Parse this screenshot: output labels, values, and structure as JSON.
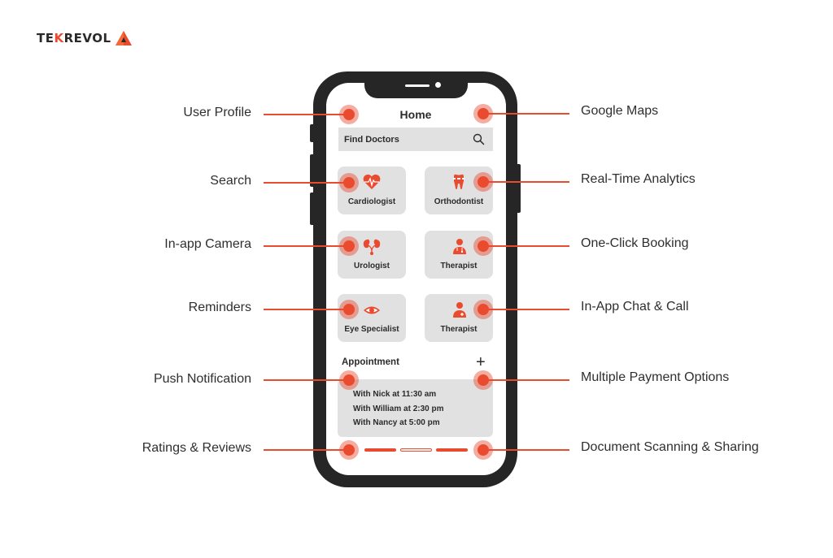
{
  "brand": {
    "logo_text_a": "TE",
    "logo_text_k": "K",
    "logo_text_b": "REVOL",
    "accent_color": "#ea4a2e",
    "dark_color": "#262626"
  },
  "features_left": [
    {
      "label": "User Profile"
    },
    {
      "label": "Search"
    },
    {
      "label": "In-app Camera"
    },
    {
      "label": "Reminders"
    },
    {
      "label": "Push Notification"
    },
    {
      "label": "Ratings & Reviews"
    }
  ],
  "features_right": [
    {
      "label": "Google Maps"
    },
    {
      "label": "Real-Time Analytics"
    },
    {
      "label": "One-Click Booking"
    },
    {
      "label": "In-App Chat & Call"
    },
    {
      "label": "Multiple Payment Options"
    },
    {
      "label": "Document Scanning & Sharing"
    }
  ],
  "app": {
    "title": "Home",
    "search_placeholder": "Find Doctors",
    "search_icon": "search-icon",
    "categories": [
      {
        "label": "Cardiologist",
        "icon": "heart-pulse-icon"
      },
      {
        "label": "Orthodontist",
        "icon": "tooth-braces-icon"
      },
      {
        "label": "Urologist",
        "icon": "kidney-icon"
      },
      {
        "label": "Therapist",
        "icon": "doctor-icon"
      },
      {
        "label": "Eye Specialist",
        "icon": "eye-icon"
      },
      {
        "label": "Therapist",
        "icon": "doctor-plus-icon"
      }
    ],
    "appointment": {
      "title": "Appointment",
      "add_label": "+",
      "items": [
        "With Nick at 11:30 am",
        "With William at 2:30 pm",
        "With Nancy at 5:00 pm"
      ]
    }
  }
}
